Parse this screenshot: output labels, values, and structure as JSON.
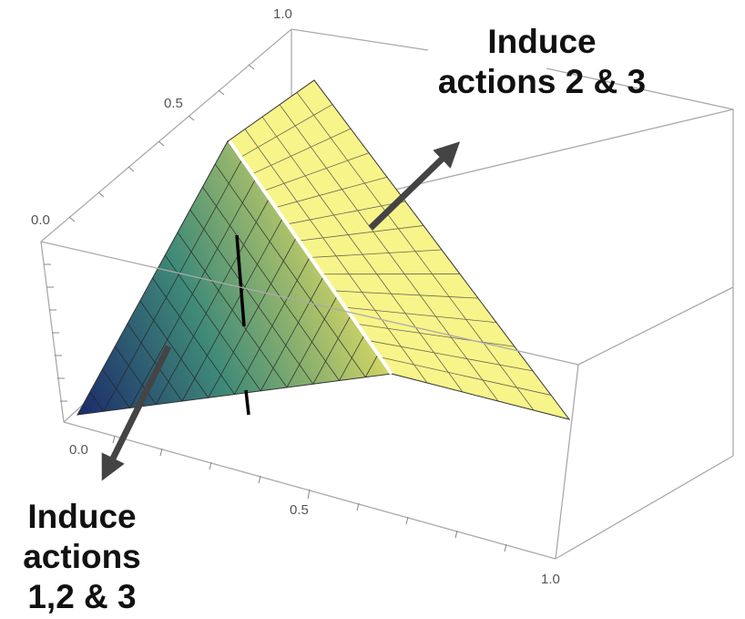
{
  "axes": {
    "left_ticks": [
      "1.0",
      "0.5",
      "0.0"
    ],
    "front_ticks": [
      "0.0",
      "0.5",
      "1.0"
    ]
  },
  "annotations": {
    "top": [
      "Induce",
      "actions 2 & 3"
    ],
    "bottom": [
      "Induce",
      "actions",
      "1,2 & 3"
    ]
  },
  "colors": {
    "yellow_surface": "#f7f48a",
    "gradient_dark": "#1b2a6b",
    "gradient_mid": "#3f8a78",
    "gradient_light": "#e6df62",
    "arrow": "#444444",
    "box_line": "#aaaaaa"
  }
}
